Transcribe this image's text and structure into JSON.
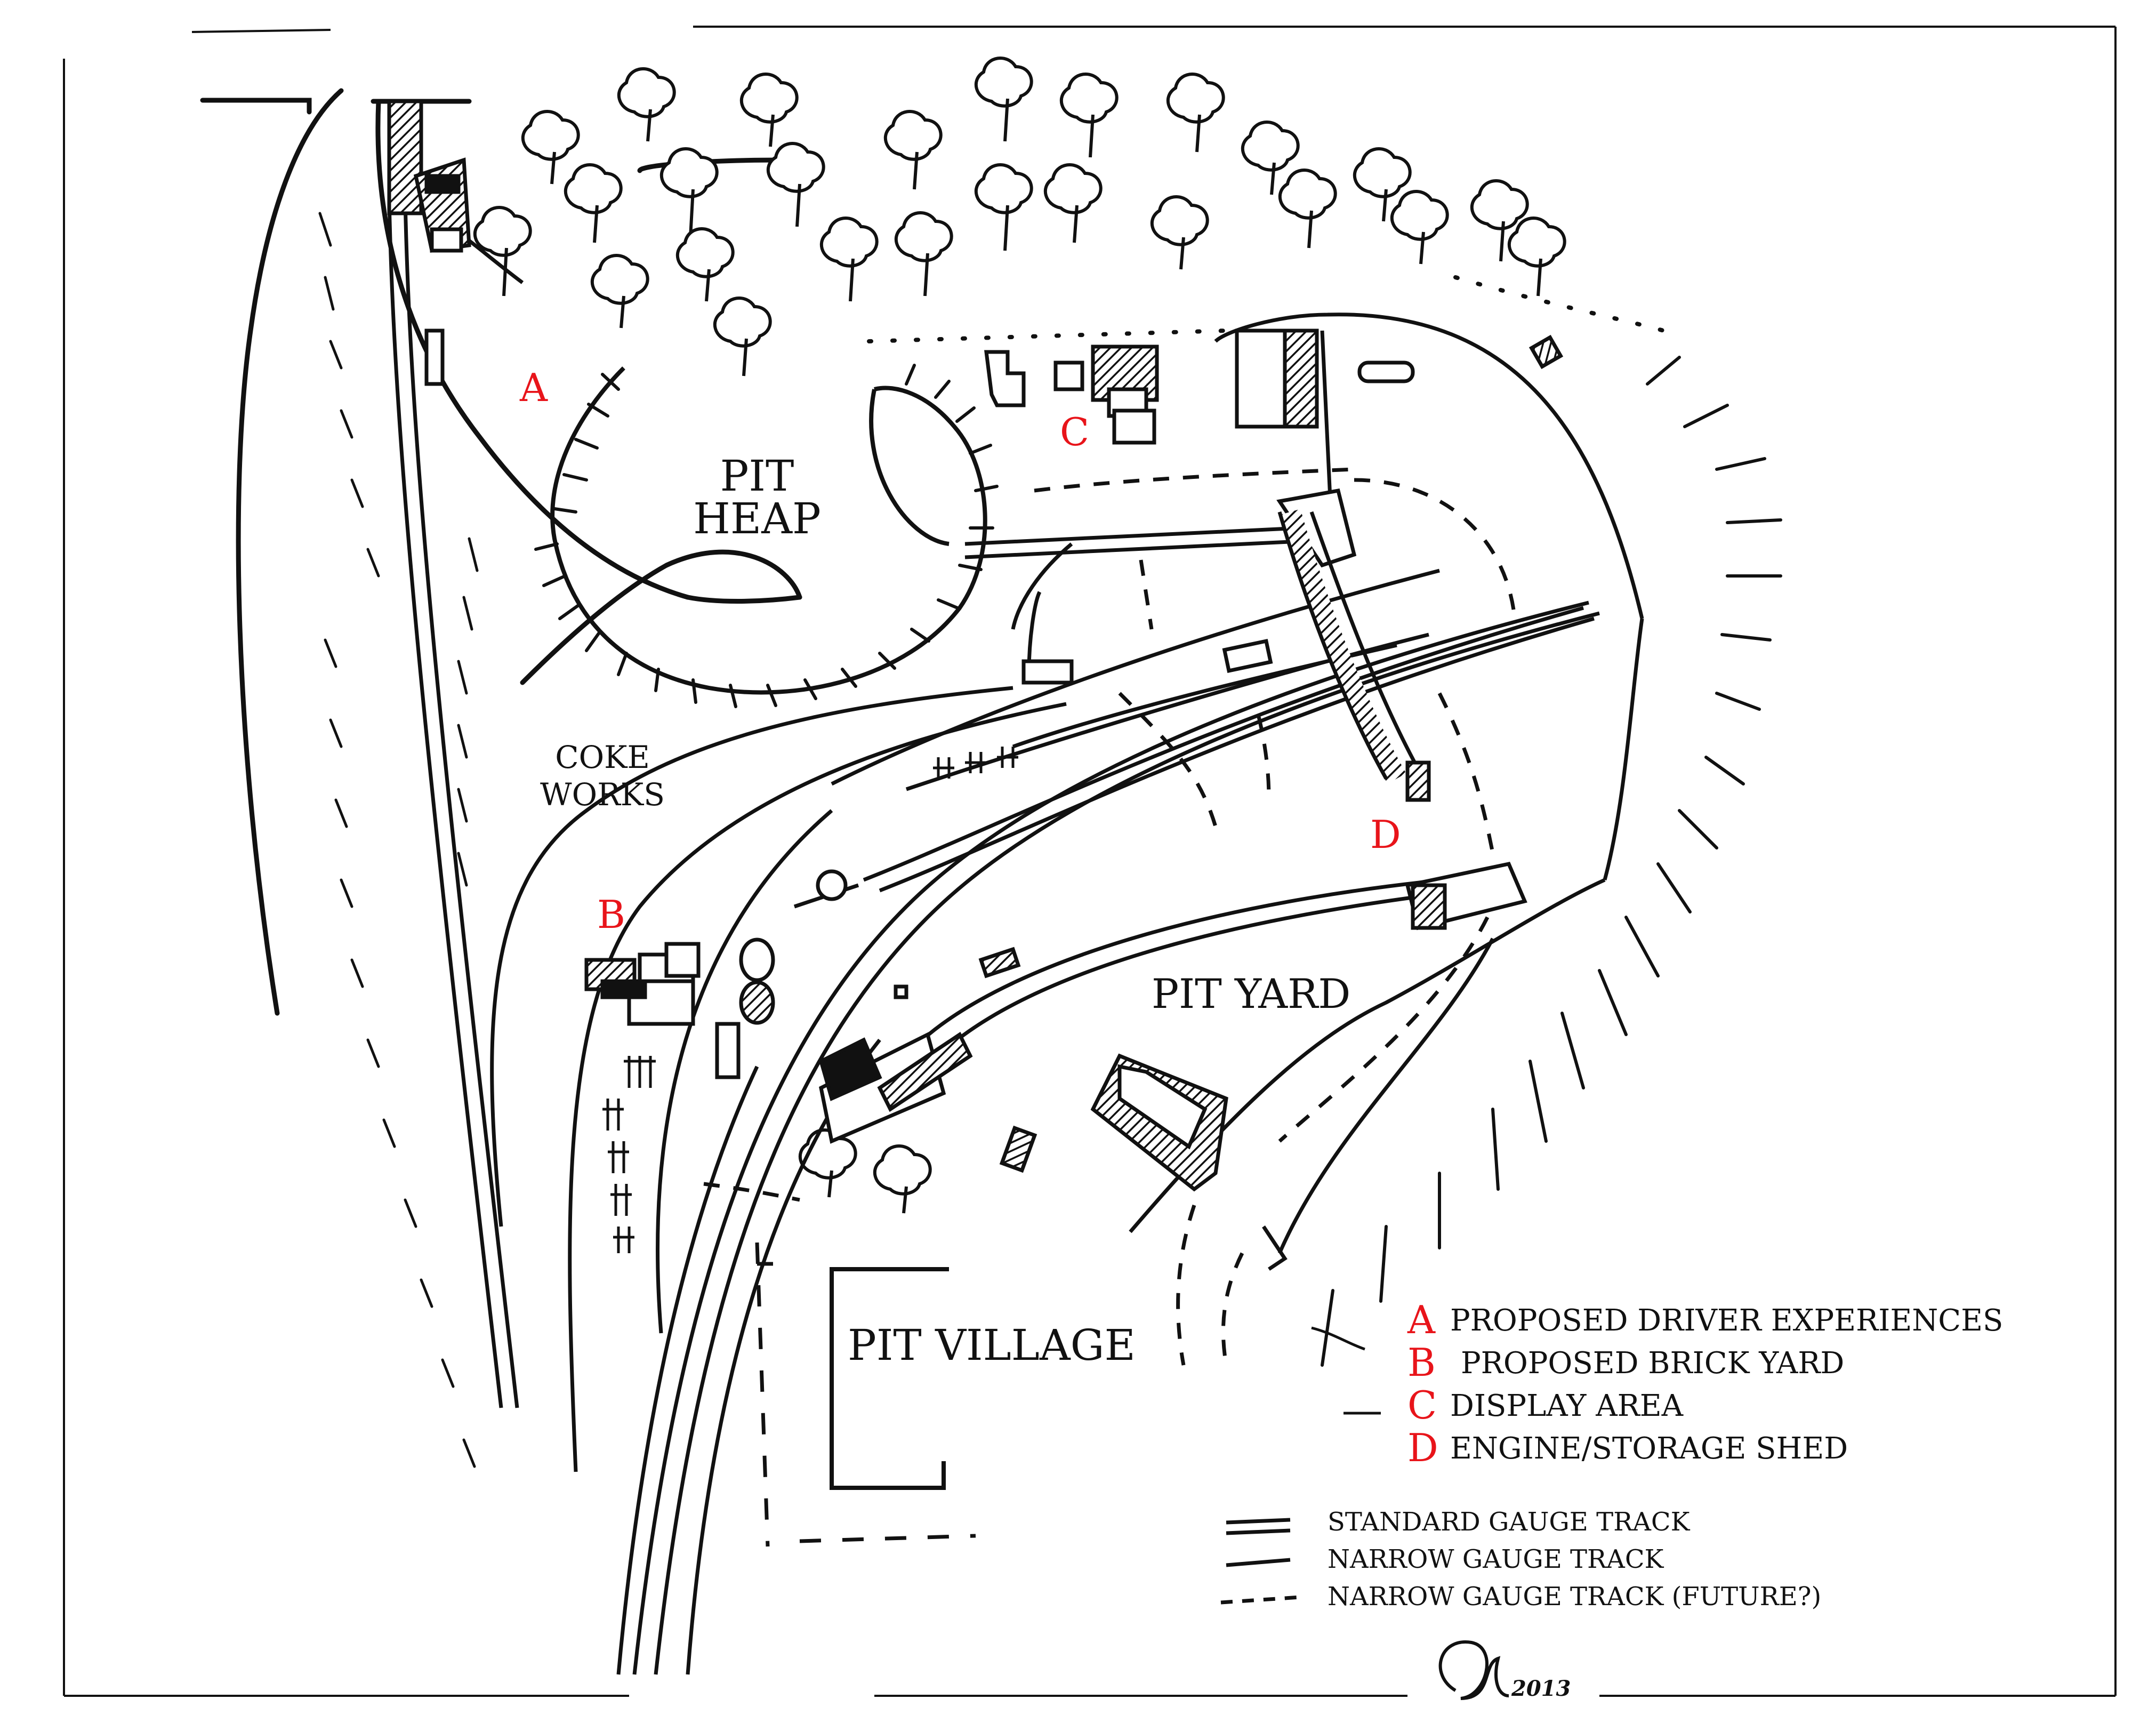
{
  "areas": {
    "pit_heap_line1": "PIT",
    "pit_heap_line2": "HEAP",
    "coke_works_line1": "COKE",
    "coke_works_line2": "WORKS",
    "pit_yard": "PIT YARD",
    "pit_village": "PIT VILLAGE"
  },
  "markers": {
    "a": "A",
    "b": "B",
    "c": "C",
    "d": "D"
  },
  "legend": {
    "items": [
      {
        "letter": "A",
        "text": "PROPOSED DRIVER EXPERIENCES"
      },
      {
        "letter": "B",
        "text": "PROPOSED BRICK YARD"
      },
      {
        "letter": "C",
        "text": "DISPLAY AREA"
      },
      {
        "letter": "D",
        "text": "ENGINE/STORAGE SHED"
      }
    ],
    "tracks": [
      {
        "style": "double",
        "text": "STANDARD GAUGE TRACK"
      },
      {
        "style": "single",
        "text": "NARROW GAUGE TRACK"
      },
      {
        "style": "dashed",
        "text": "NARROW GAUGE TRACK (FUTURE?)"
      }
    ]
  },
  "signature": "2013",
  "colors": {
    "ink": "#111111",
    "marker_red": "#e8141a",
    "paper": "#ffffff"
  }
}
